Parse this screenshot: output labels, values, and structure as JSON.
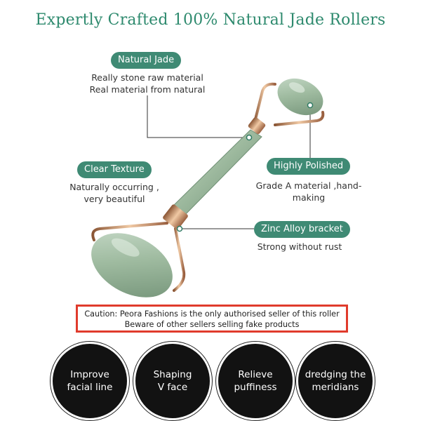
{
  "title": "Expertly Crafted 100% Natural Jade Rollers",
  "callouts": {
    "natural_jade": {
      "label": "Natural Jade",
      "line1": "Really stone raw material",
      "line2": "Real material from natural"
    },
    "clear_texture": {
      "label": "Clear Texture",
      "line1": "Naturally occurring ,",
      "line2": "very beautiful"
    },
    "highly_polished": {
      "label": "Highly Polished",
      "line1": "Grade A material ,hand-making"
    },
    "zinc_alloy": {
      "label": "Zinc Alloy bracket",
      "line1": "Strong without rust"
    }
  },
  "caution": {
    "line1": "Caution: Peora Fashions is the only authorised seller of this roller",
    "line2": "Beware of other sellers selling fake products"
  },
  "benefits": [
    {
      "line1": "Improve",
      "line2": "facial line"
    },
    {
      "line1": "Shaping",
      "line2": "V face"
    },
    {
      "line1": "Relieve",
      "line2": "puffiness"
    },
    {
      "line1": "dredging the",
      "line2": "meridians"
    }
  ],
  "colors": {
    "accent": "#3f8a74",
    "title": "#2e8a6e",
    "caution_border": "#e03b2c",
    "jade": "#a7c2a8",
    "rose_gold": "#c98a5e"
  }
}
